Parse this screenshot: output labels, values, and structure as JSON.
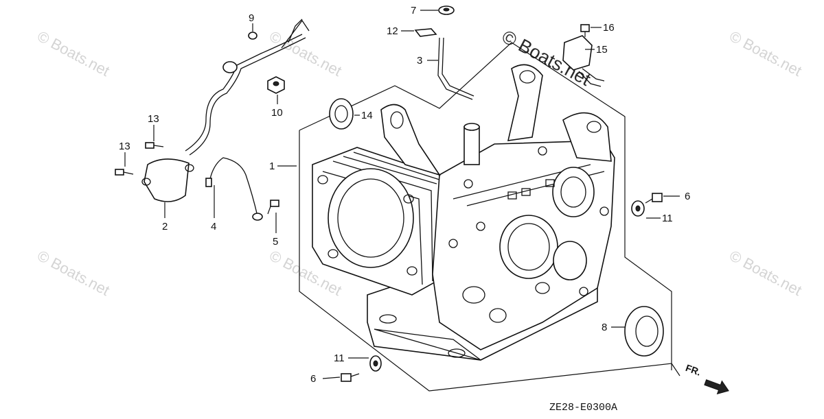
{
  "watermark": {
    "main": "© Boats.net",
    "faded": "© Boats.net"
  },
  "diagram_code": "ZE28-E0300A",
  "front_label": "FR.",
  "callouts": {
    "c1": "1",
    "c2": "2",
    "c3": "3",
    "c4": "4",
    "c5": "5",
    "c6a": "6",
    "c6b": "6",
    "c7": "7",
    "c8": "8",
    "c9": "9",
    "c10": "10",
    "c11a": "11",
    "c11b": "11",
    "c12": "12",
    "c13a": "13",
    "c13b": "13",
    "c14": "14",
    "c15": "15",
    "c16": "16"
  },
  "colors": {
    "line": "#111111",
    "watermark": "#d4d4d4",
    "background": "#ffffff"
  }
}
